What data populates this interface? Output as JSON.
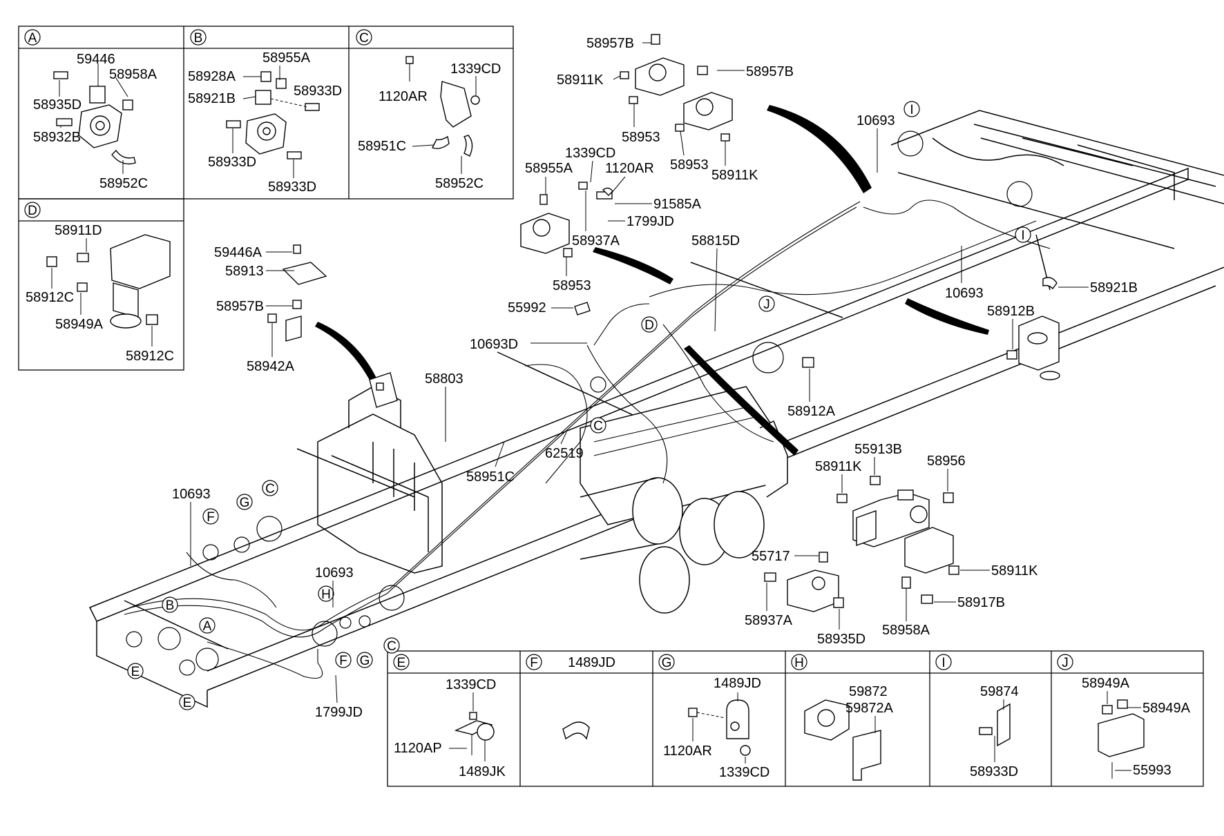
{
  "sections": {
    "A": {
      "letter": "A",
      "parts": [
        "59446",
        "58958A",
        "58935D",
        "58932B",
        "58952C"
      ]
    },
    "B": {
      "letter": "B",
      "parts": [
        "58955A",
        "58928A",
        "58921B",
        "58933D",
        "58933D",
        "58933D"
      ]
    },
    "C": {
      "letter": "C",
      "parts": [
        "1339CD",
        "1120AR",
        "58951C",
        "58952C"
      ]
    },
    "D": {
      "letter": "D",
      "parts": [
        "58911D",
        "58912C",
        "58949A",
        "58912C"
      ]
    },
    "E": {
      "letter": "E",
      "parts": [
        "1339CD",
        "1120AP",
        "1489JK"
      ]
    },
    "F": {
      "letter": "F",
      "parts": [
        "1489JD"
      ]
    },
    "G": {
      "letter": "G",
      "parts": [
        "1489JD",
        "1120AR",
        "1339CD"
      ]
    },
    "H": {
      "letter": "H",
      "parts": [
        "59872",
        "59872A"
      ]
    },
    "I": {
      "letter": "I",
      "parts": [
        "59874",
        "58933D"
      ]
    },
    "J": {
      "letter": "J",
      "parts": [
        "58949A",
        "58949A",
        "55993"
      ]
    }
  },
  "callouts": {
    "top_cluster": [
      "58957B",
      "58911K",
      "58957B",
      "58953",
      "58953",
      "58911K"
    ],
    "mid_cluster": [
      "1339CD",
      "58955A",
      "1120AR",
      "91585A",
      "1799JD",
      "58937A",
      "58953"
    ],
    "left_bracket": [
      "59446A",
      "58913",
      "58957B",
      "58942A"
    ],
    "main_frame": [
      "10693",
      "10693",
      "58815D",
      "55992",
      "10693D",
      "58803",
      "58951C",
      "62519",
      "10693",
      "10693",
      "1799JD",
      "58912A"
    ],
    "right_valve": [
      "58921B",
      "58912B"
    ],
    "modulator": [
      "55913B",
      "58911K",
      "58956",
      "58911K",
      "58917B",
      "58958A"
    ],
    "relay_valve": [
      "55717",
      "58937A",
      "58935D"
    ]
  },
  "circle_markers": [
    "I",
    "I",
    "D",
    "J",
    "C",
    "C",
    "G",
    "F",
    "H",
    "B",
    "A",
    "E",
    "E",
    "F",
    "G",
    "C"
  ]
}
